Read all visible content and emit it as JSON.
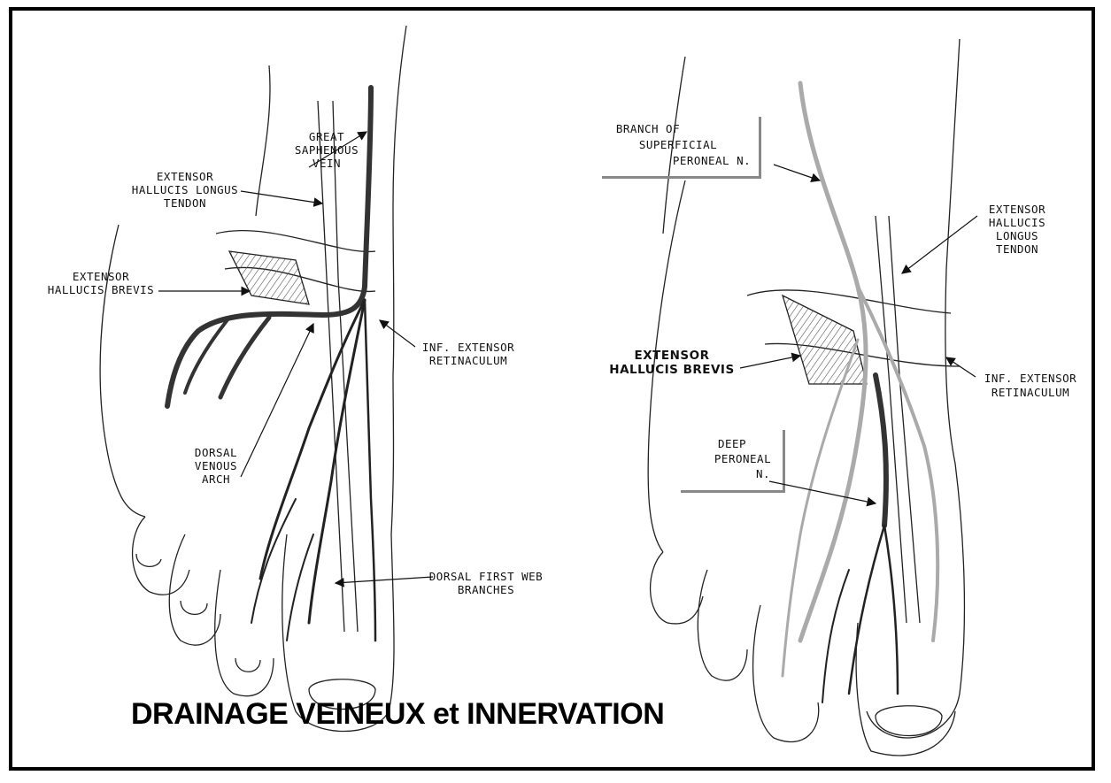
{
  "title": "DRAINAGE VEINEUX et INNERVATION",
  "left_panel": {
    "labels": {
      "great_saphenous": [
        "GREAT",
        "SAPHENOUS",
        "VEIN"
      ],
      "ehl_tendon": [
        "EXTENSOR",
        "HALLUCIS LONGUS",
        "TENDON"
      ],
      "ehb": [
        "EXTENSOR",
        "HALLUCIS BREVIS"
      ],
      "inf_retinaculum": [
        "INF. EXTENSOR",
        "RETINACULUM"
      ],
      "dorsal_arch": [
        "DORSAL",
        "VENOUS",
        "ARCH"
      ],
      "first_web": [
        "DORSAL FIRST WEB",
        "BRANCHES"
      ]
    }
  },
  "right_panel": {
    "labels": {
      "superficial_peroneal": [
        "BRANCH OF",
        "SUPERFICIAL",
        "PERONEAL N."
      ],
      "ehl_tendon": [
        "EXTENSOR",
        "HALLUCIS",
        "LONGUS",
        "TENDON"
      ],
      "ehb": [
        "EXTENSOR",
        "HALLUCIS BREVIS"
      ],
      "inf_retinaculum": [
        "INF. EXTENSOR",
        "RETINACULUM"
      ],
      "deep_peroneal": [
        "DEEP",
        "PERONEAL",
        "N."
      ]
    }
  },
  "colors": {
    "line": "#111111",
    "vein": "#333333",
    "nerve": "#9a9a9a",
    "box": "#888888"
  }
}
